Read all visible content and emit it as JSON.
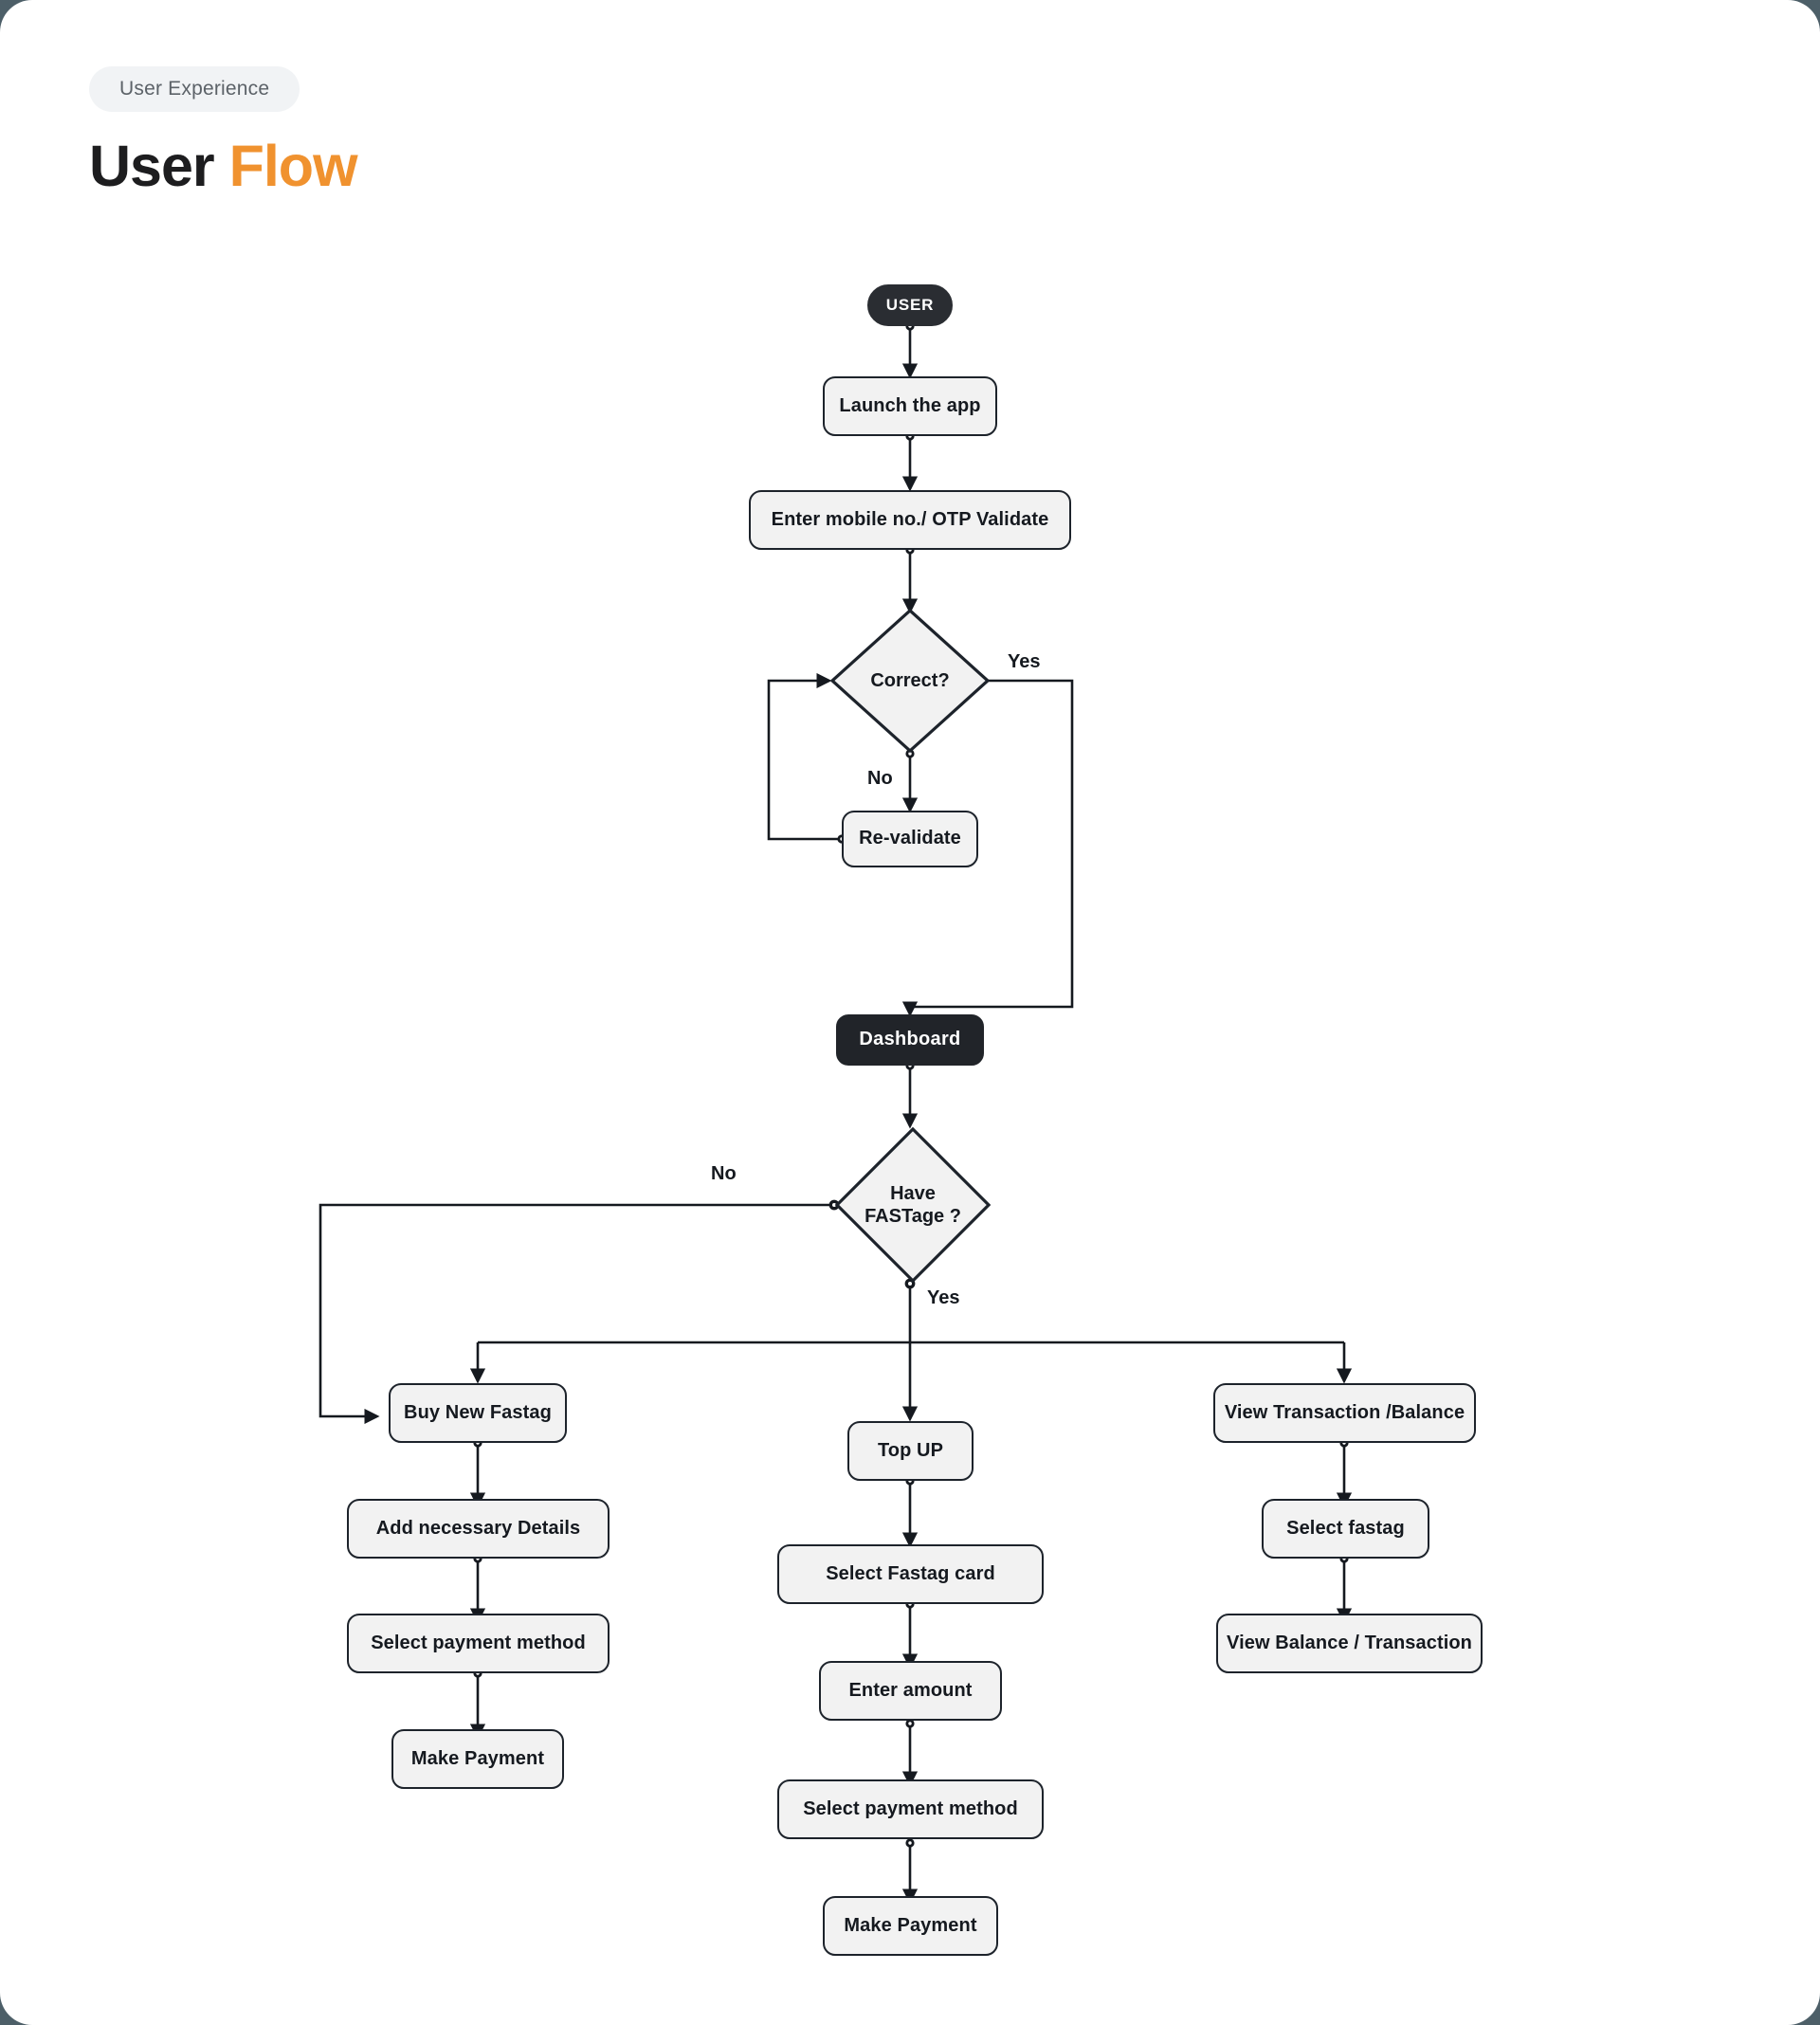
{
  "page": {
    "badge": "User Experience",
    "title_main": "User ",
    "title_accent": "Flow",
    "background_color": "#4d5f68",
    "card_color": "#ffffff",
    "accent_color": "#f0922f"
  },
  "chart_data": {
    "type": "diagram",
    "title": "User Flow",
    "subtitle": "User Experience",
    "nodes": [
      {
        "id": "user",
        "label": "USER",
        "shape": "pill",
        "style": "dark"
      },
      {
        "id": "launch",
        "label": "Launch the app",
        "shape": "rounded",
        "style": "light"
      },
      {
        "id": "otp",
        "label": "Enter  mobile no./ OTP Validate",
        "shape": "rounded",
        "style": "light"
      },
      {
        "id": "correct",
        "label": "Correct?",
        "shape": "diamond",
        "style": "light"
      },
      {
        "id": "revalidate",
        "label": "Re-validate",
        "shape": "rounded",
        "style": "light"
      },
      {
        "id": "dashboard",
        "label": "Dashboard",
        "shape": "rounded",
        "style": "dark"
      },
      {
        "id": "havefastage",
        "label": "Have\nFASTage ?",
        "shape": "diamond",
        "style": "light"
      },
      {
        "id": "buynew",
        "label": "Buy New Fastag",
        "shape": "rounded",
        "style": "light"
      },
      {
        "id": "adddetails",
        "label": "Add necessary Details",
        "shape": "rounded",
        "style": "light"
      },
      {
        "id": "paymethod_left",
        "label": "Select payment method",
        "shape": "rounded",
        "style": "light"
      },
      {
        "id": "makepay_left",
        "label": "Make Payment",
        "shape": "rounded",
        "style": "light"
      },
      {
        "id": "topup",
        "label": "Top UP",
        "shape": "rounded",
        "style": "light"
      },
      {
        "id": "selectcard",
        "label": "Select Fastag card",
        "shape": "rounded",
        "style": "light"
      },
      {
        "id": "enteramount",
        "label": "Enter amount",
        "shape": "rounded",
        "style": "light"
      },
      {
        "id": "paymethod_mid",
        "label": "Select payment method",
        "shape": "rounded",
        "style": "light"
      },
      {
        "id": "makepay_mid",
        "label": "Make Payment",
        "shape": "rounded",
        "style": "light"
      },
      {
        "id": "viewtrans",
        "label": "View Transaction /Balance",
        "shape": "rounded",
        "style": "light"
      },
      {
        "id": "selectfastag",
        "label": "Select fastag",
        "shape": "rounded",
        "style": "light"
      },
      {
        "id": "viewbalance",
        "label": "View Balance / Transaction",
        "shape": "rounded",
        "style": "light"
      }
    ],
    "edges": [
      {
        "from": "user",
        "to": "launch",
        "label": ""
      },
      {
        "from": "launch",
        "to": "otp",
        "label": ""
      },
      {
        "from": "otp",
        "to": "correct",
        "label": ""
      },
      {
        "from": "correct",
        "to": "dashboard",
        "label": "Yes"
      },
      {
        "from": "correct",
        "to": "revalidate",
        "label": "No"
      },
      {
        "from": "revalidate",
        "to": "correct",
        "label": ""
      },
      {
        "from": "dashboard",
        "to": "havefastage",
        "label": ""
      },
      {
        "from": "havefastage",
        "to": "buynew",
        "label": "No"
      },
      {
        "from": "havefastage",
        "to": "buynew",
        "label": "Yes"
      },
      {
        "from": "havefastage",
        "to": "topup",
        "label": "Yes"
      },
      {
        "from": "havefastage",
        "to": "viewtrans",
        "label": "Yes"
      },
      {
        "from": "buynew",
        "to": "adddetails",
        "label": ""
      },
      {
        "from": "adddetails",
        "to": "paymethod_left",
        "label": ""
      },
      {
        "from": "paymethod_left",
        "to": "makepay_left",
        "label": ""
      },
      {
        "from": "topup",
        "to": "selectcard",
        "label": ""
      },
      {
        "from": "selectcard",
        "to": "enteramount",
        "label": ""
      },
      {
        "from": "enteramount",
        "to": "paymethod_mid",
        "label": ""
      },
      {
        "from": "paymethod_mid",
        "to": "makepay_mid",
        "label": ""
      },
      {
        "from": "viewtrans",
        "to": "selectfastag",
        "label": ""
      },
      {
        "from": "selectfastag",
        "to": "viewbalance",
        "label": ""
      }
    ],
    "edge_labels": [
      {
        "id": "yes_correct",
        "text": "Yes"
      },
      {
        "id": "no_correct",
        "text": "No"
      },
      {
        "id": "no_fastage",
        "text": "No"
      },
      {
        "id": "yes_fastage",
        "text": "Yes"
      }
    ]
  }
}
